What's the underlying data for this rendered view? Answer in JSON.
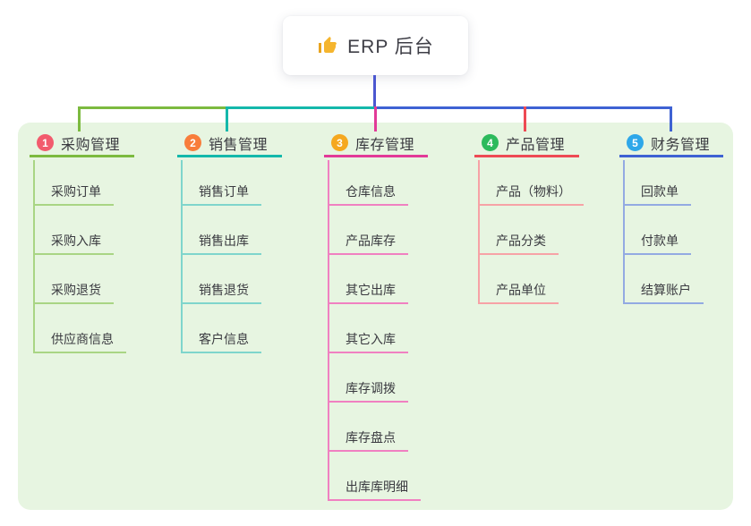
{
  "root": {
    "icon": "thumbs-up",
    "title": "ERP 后台"
  },
  "colors": {
    "panel_bg": "#e7f5e1",
    "root_connector": "#4b57d0",
    "text": "#3a3a40",
    "thumb_icon": "#f5b52e"
  },
  "branches": [
    {
      "number": "1",
      "label": "采购管理",
      "color": "#7cba3f",
      "light_color": "#a9d584",
      "badge_color": "#f25b6d",
      "children": [
        "采购订单",
        "采购入库",
        "采购退货",
        "供应商信息"
      ]
    },
    {
      "number": "2",
      "label": "销售管理",
      "color": "#14b8ab",
      "light_color": "#7fd5cc",
      "badge_color": "#f87d3b",
      "children": [
        "销售订单",
        "销售出库",
        "销售退货",
        "客户信息"
      ]
    },
    {
      "number": "3",
      "label": "库存管理",
      "color": "#e23a98",
      "light_color": "#f080c1",
      "badge_color": "#f5a81f",
      "children": [
        "仓库信息",
        "产品库存",
        "其它出库",
        "其它入库",
        "库存调拨",
        "库存盘点",
        "出库库明细"
      ]
    },
    {
      "number": "4",
      "label": "产品管理",
      "color": "#ee4a54",
      "light_color": "#f7a2a6",
      "badge_color": "#2cba5c",
      "children": [
        "产品（物料）",
        "产品分类",
        "产品单位"
      ]
    },
    {
      "number": "5",
      "label": "财务管理",
      "color": "#3e62d3",
      "light_color": "#93aae2",
      "badge_color": "#2ea7e9",
      "children": [
        "回款单",
        "付款单",
        "结算账户"
      ]
    }
  ]
}
